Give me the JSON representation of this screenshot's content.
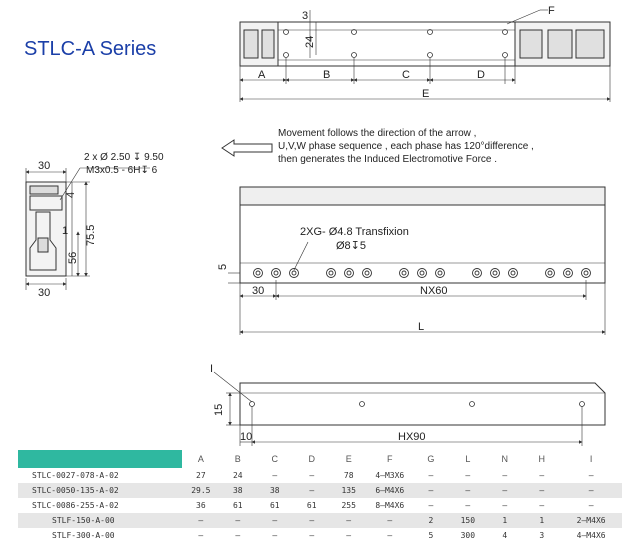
{
  "title": "STLC-A Series",
  "top_view": {
    "labels": {
      "dim_3": "3",
      "dim_24": "24",
      "a": "A",
      "b": "B",
      "c": "C",
      "d": "D",
      "e": "E",
      "f": "F"
    }
  },
  "movement_note": {
    "line1": "Movement follows the direction of the arrow ,",
    "line2": "U,V,W phase sequence , each phase has 120°difference ,",
    "line3": "then generates the Induced Electromotive Force ."
  },
  "side_view": {
    "dim_30_top": "30",
    "hole_spec_1": "2 x Ø 2.50 ↧ 9.50",
    "hole_spec_2": "M3x0.5 - 6H↧ 6",
    "dim_4": "4",
    "dim_1": "1",
    "dim_56": "56",
    "dim_75_5": "75.5",
    "dim_30_bottom": "30"
  },
  "front_view": {
    "transfixion_1": "2XG- Ø4.8 Transfixion",
    "transfixion_2": "Ø8↧5",
    "dim_5": "5",
    "dim_30": "30",
    "nx60": "NX60",
    "l": "L"
  },
  "bottom_view": {
    "i_label": "I",
    "dim_15": "15",
    "dim_10": "10",
    "hx90": "HX90"
  },
  "table": {
    "headers": [
      "",
      "A",
      "B",
      "C",
      "D",
      "E",
      "F",
      "G",
      "L",
      "N",
      "H",
      "I"
    ],
    "rows": [
      [
        "STLC-0027-078-A-02",
        "27",
        "24",
        "–",
        "–",
        "78",
        "4–M3X6",
        "–",
        "–",
        "–",
        "–",
        "–"
      ],
      [
        "STLC-0050-135-A-02",
        "29.5",
        "38",
        "38",
        "–",
        "135",
        "6–M4X6",
        "–",
        "–",
        "–",
        "–",
        "–"
      ],
      [
        "STLC-0086-255-A-02",
        "36",
        "61",
        "61",
        "61",
        "255",
        "8–M4X6",
        "–",
        "–",
        "–",
        "–",
        "–"
      ],
      [
        "STLF-150-A-00",
        "–",
        "–",
        "–",
        "–",
        "–",
        "–",
        "2",
        "150",
        "1",
        "1",
        "2–M4X6"
      ],
      [
        "STLF-300-A-00",
        "–",
        "–",
        "–",
        "–",
        "–",
        "–",
        "5",
        "300",
        "4",
        "3",
        "4–M4X6"
      ]
    ]
  },
  "colors": {
    "title": "#1b3fa8",
    "table_header_accent": "#2fb8a0",
    "line": "#333333"
  }
}
